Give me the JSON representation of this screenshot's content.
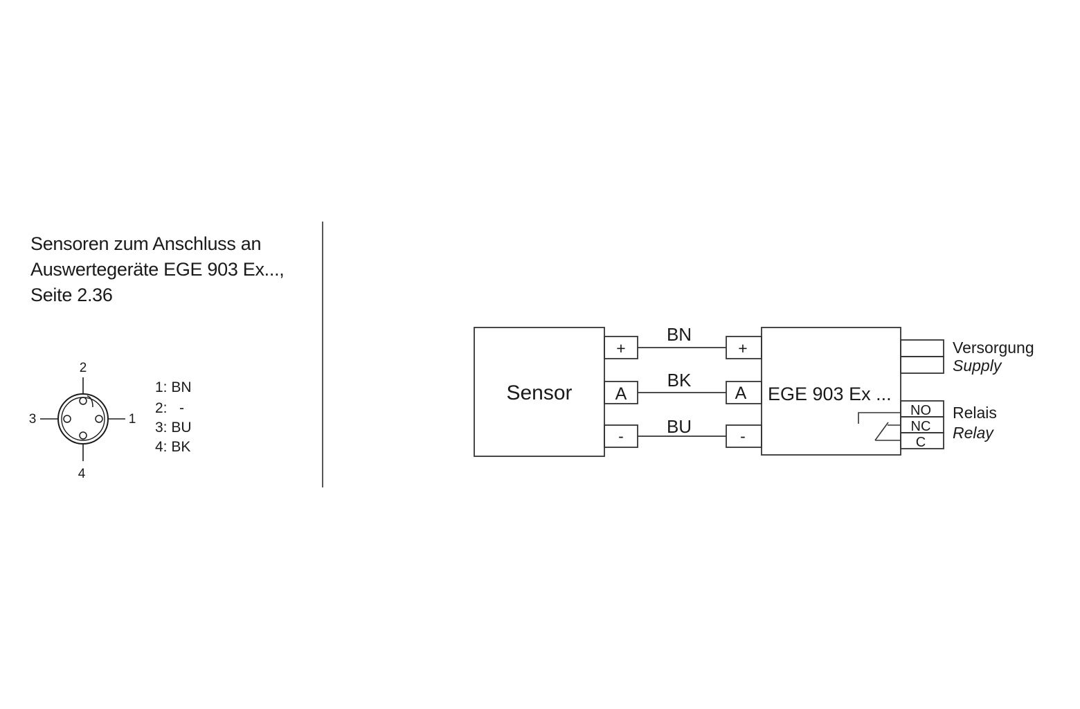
{
  "title": {
    "line1": "Sensoren zum Anschluss an",
    "line2": "Auswertegeräte EGE 903 Ex...,",
    "line3": "Seite 2.36"
  },
  "connector": {
    "pin_numbers": {
      "top": "2",
      "left": "3",
      "right": "1",
      "bottom": "4"
    },
    "pin_assignment": [
      "1: BN",
      "2:   -",
      "3: BU",
      "4: BK"
    ]
  },
  "wiring": {
    "sensor_label": "Sensor",
    "device_label": "EGE 903 Ex ...",
    "wires": [
      {
        "color": "BN",
        "sensor_terminal": "+",
        "device_terminal": "+"
      },
      {
        "color": "BK",
        "sensor_terminal": "A",
        "device_terminal": "A"
      },
      {
        "color": "BU",
        "sensor_terminal": "-",
        "device_terminal": "-"
      }
    ],
    "supply": {
      "label": "Versorgung",
      "label_en": "Supply"
    },
    "relay": {
      "label": "Relais",
      "label_en": "Relay",
      "terminals": [
        "NO",
        "NC",
        "C"
      ]
    }
  }
}
